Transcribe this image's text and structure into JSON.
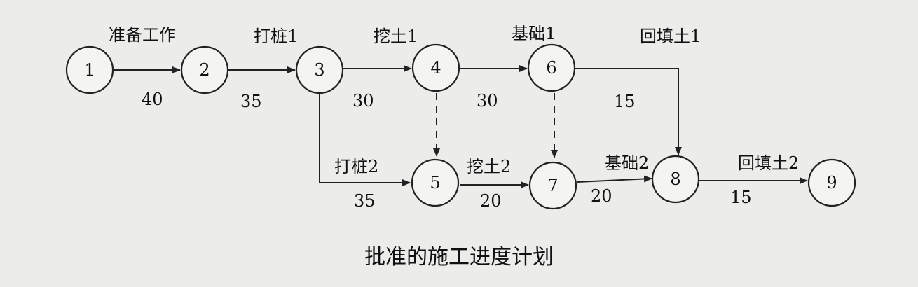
{
  "nodes": [
    {
      "id": "1",
      "label": "1"
    },
    {
      "id": "2",
      "label": "2"
    },
    {
      "id": "3",
      "label": "3"
    },
    {
      "id": "4",
      "label": "4"
    },
    {
      "id": "5",
      "label": "5"
    },
    {
      "id": "6",
      "label": "6"
    },
    {
      "id": "7",
      "label": "7"
    },
    {
      "id": "8",
      "label": "8"
    },
    {
      "id": "9",
      "label": "9"
    }
  ],
  "activities": [
    {
      "from": "1",
      "to": "2",
      "name": "准备工作",
      "duration": "40"
    },
    {
      "from": "2",
      "to": "3",
      "name": "打桩1",
      "duration": "35"
    },
    {
      "from": "3",
      "to": "4",
      "name": "挖土1",
      "duration": "30"
    },
    {
      "from": "4",
      "to": "6",
      "name": "基础1",
      "duration": "30"
    },
    {
      "from": "6",
      "to": "8",
      "name": "回填土1",
      "duration": "15"
    },
    {
      "from": "3",
      "to": "5",
      "name": "打桩2",
      "duration": "35"
    },
    {
      "from": "5",
      "to": "7",
      "name": "挖土2",
      "duration": "20"
    },
    {
      "from": "7",
      "to": "8",
      "name": "基础2",
      "duration": "20"
    },
    {
      "from": "8",
      "to": "9",
      "name": "回填土2",
      "duration": "15"
    }
  ],
  "dummies": [
    {
      "from": "4",
      "to": "5"
    },
    {
      "from": "6",
      "to": "7"
    }
  ],
  "caption": "批准的施工进度计划"
}
